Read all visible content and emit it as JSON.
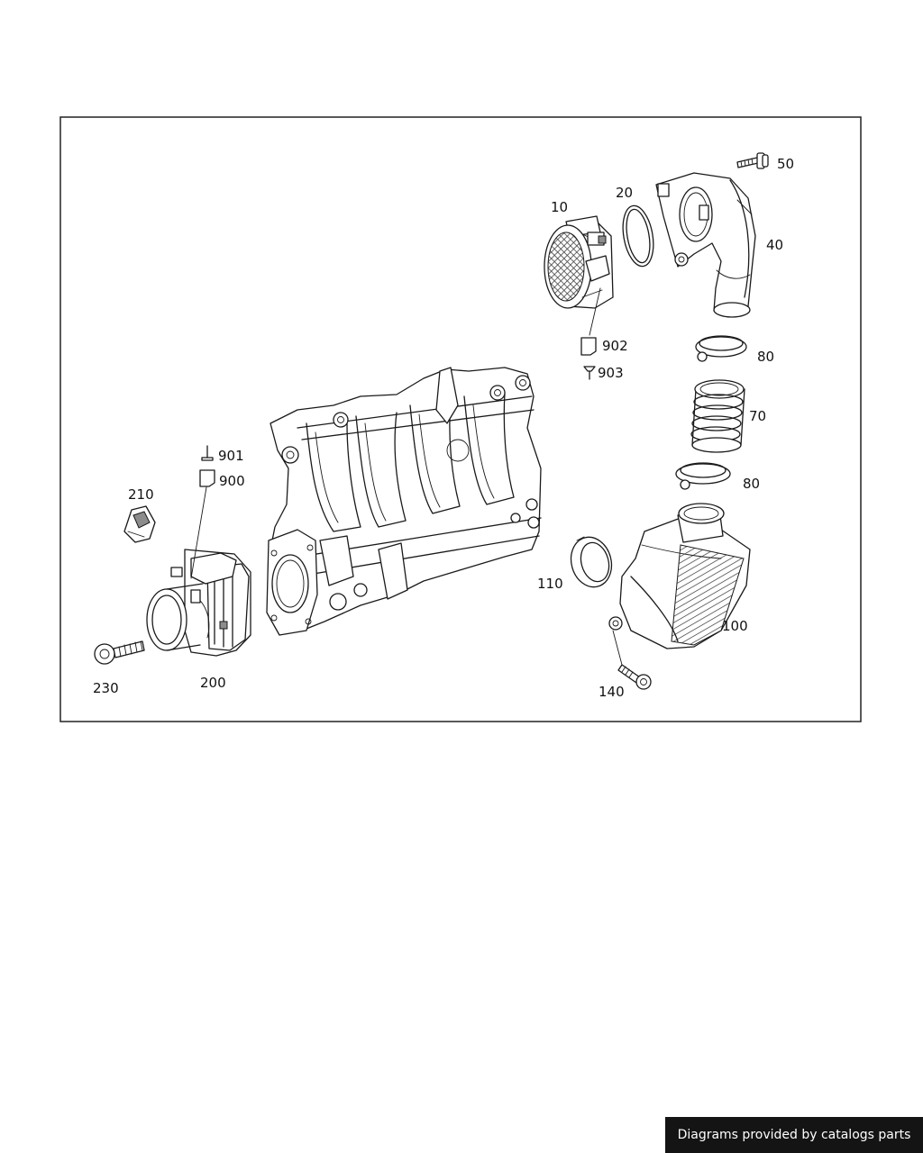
{
  "diagram": {
    "callouts": {
      "c10": "10",
      "c20": "20",
      "c40": "40",
      "c50": "50",
      "c70": "70",
      "c80a": "80",
      "c80b": "80",
      "c100": "100",
      "c110": "110",
      "c140": "140",
      "c200": "200",
      "c210": "210",
      "c230": "230",
      "c900": "900",
      "c901": "901",
      "c902": "902",
      "c903": "903"
    }
  },
  "footer": {
    "credit": "Diagrams provided by catalogs parts"
  },
  "colors": {
    "line": "#1a1a1a",
    "frame": "#222222",
    "banner_bg": "#141414",
    "banner_text": "#ffffff"
  }
}
